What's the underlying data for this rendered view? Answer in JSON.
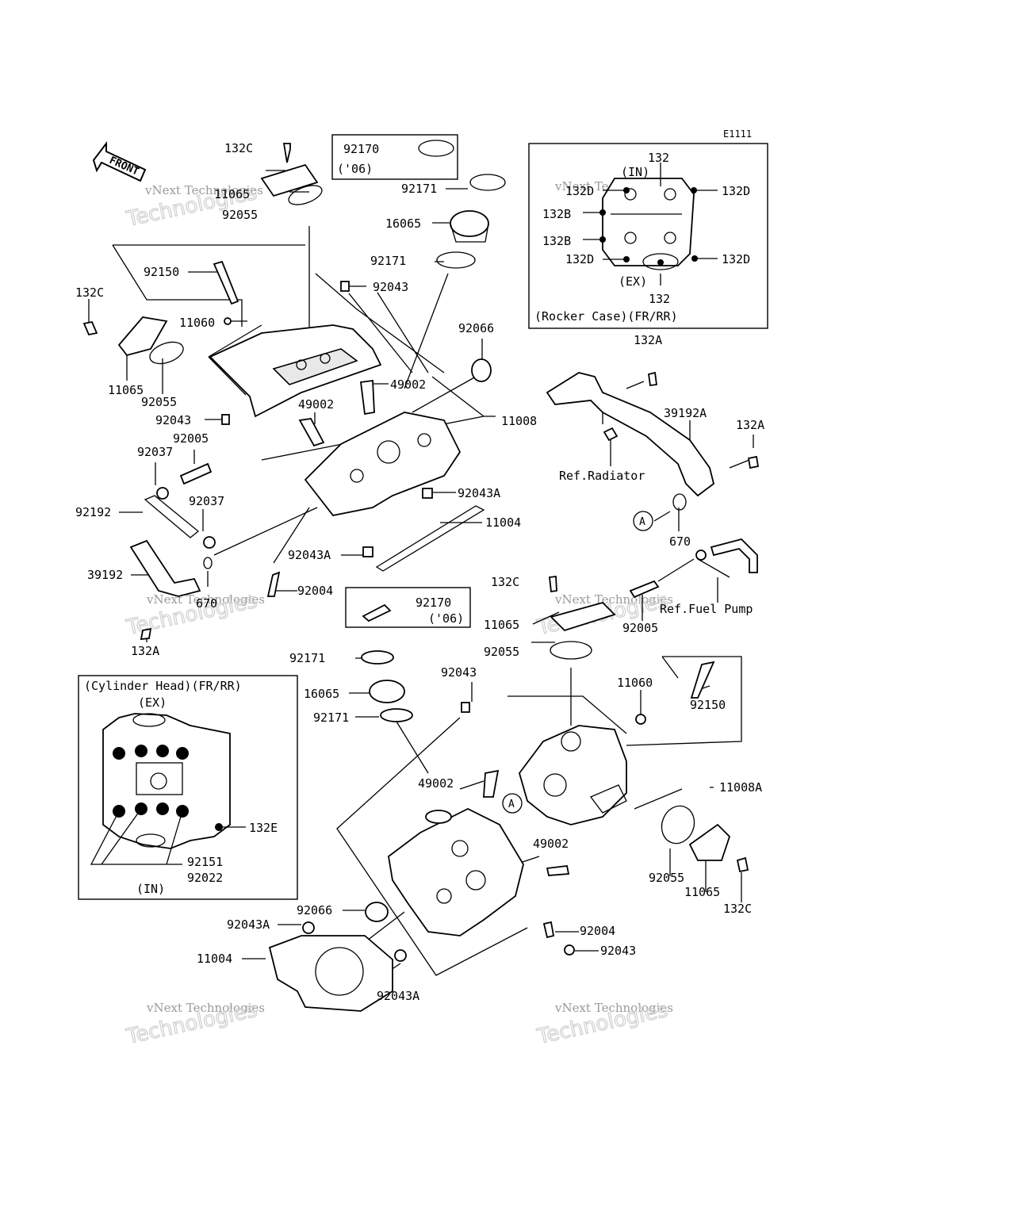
{
  "diagram_code": "E1111",
  "front_arrow": "FRONT",
  "watermark": {
    "line1": "vNext Technologies",
    "line2": "Technologies"
  },
  "labels": {
    "l01": "132C",
    "l02": "11065",
    "l03": "92055",
    "l04": "92170",
    "l05": "('06)",
    "l06": "92171",
    "l07": "16065",
    "l08": "92171",
    "l09": "92150",
    "l10": "92043",
    "l11": "132C",
    "l12": "11060",
    "l13": "11065",
    "l14": "92055",
    "l15": "92066",
    "l16": "49002",
    "l17": "49002",
    "l18": "11008",
    "l19": "92043",
    "l20": "92005",
    "l21": "92037",
    "l22": "92043A",
    "l23": "11004",
    "l24": "92192",
    "l25": "92037",
    "l26": "92043A",
    "l27": "39192",
    "l28": "670",
    "l29": "92004",
    "l30": "132A",
    "l31": "132A",
    "l32": "39192A",
    "l33": "132A",
    "l34": "Ref.Radiator",
    "l35": "A",
    "l36": "670",
    "l37": "132C",
    "l38": "11065",
    "l39": "92005",
    "l40": "Ref.Fuel Pump",
    "l41": "92170",
    "l42": "('06)",
    "l43": "92171",
    "l44": "16065",
    "l45": "92171",
    "l46": "92055",
    "l47": "92043",
    "l48": "11060",
    "l49": "92150",
    "l50": "49002",
    "l51": "A",
    "l52": "11008A",
    "l53": "49002",
    "l54": "92055",
    "l55": "11065",
    "l56": "132C",
    "l57": "92066",
    "l58": "92043A",
    "l59": "92004",
    "l60": "11004",
    "l61": "92043",
    "l62": "92043A"
  },
  "rocker_case_box": {
    "title": "(Rocker Case)(FR/RR)",
    "top_label": "132",
    "in_label": "(IN)",
    "ex_label": "(EX)",
    "bottom_label": "132",
    "d1": "132D",
    "d2": "132D",
    "d3": "132D",
    "d4": "132D",
    "b1": "132B",
    "b2": "132B"
  },
  "cylinder_head_box": {
    "title": "(Cylinder Head)(FR/RR)",
    "ex_label": "(EX)",
    "in_label": "(IN)",
    "e_label": "132E",
    "p1": "92151",
    "p2": "92022"
  }
}
